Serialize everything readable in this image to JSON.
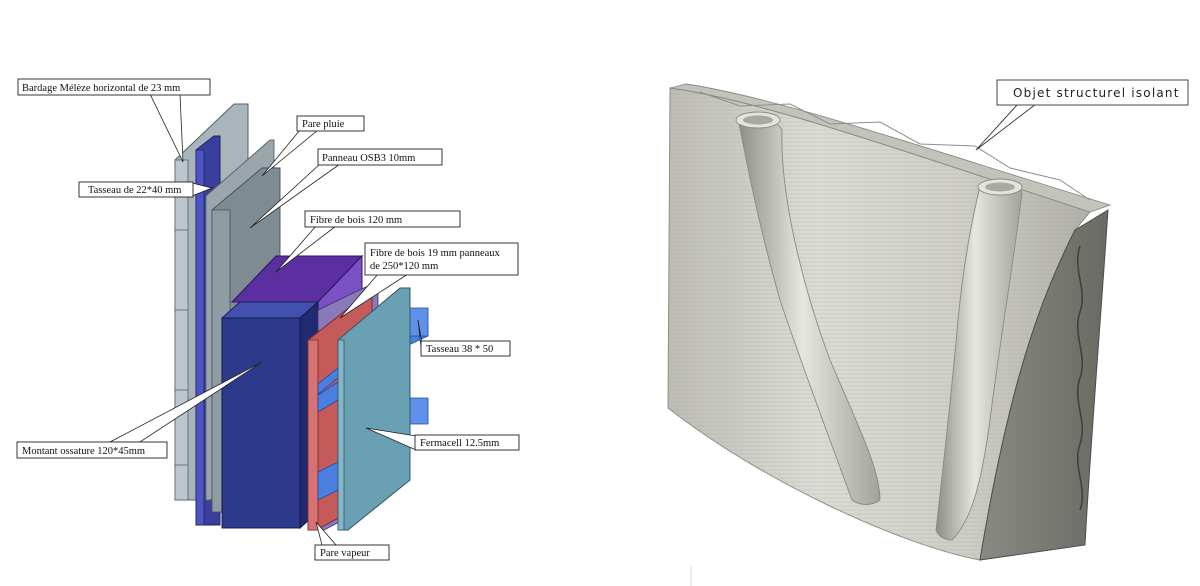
{
  "left_diagram": {
    "labels": {
      "bardage": "Bardage Mélèze horizontal de 23 mm",
      "pare_pluie": "Pare pluie",
      "panneau_osb": "Panneau OSB3 10mm",
      "tasseau_22": "Tasseau de 22*40 mm",
      "fibre_120": "Fibre de bois 120 mm",
      "fibre_19_line1": "Fibre de bois 19 mm panneaux",
      "fibre_19_line2": "de 250*120 mm",
      "tasseau_38": "Tasseau 38 * 50",
      "montant": "Montant ossature 120*45mm",
      "fermacell": "Fermacell 12.5mm",
      "pare_vapeur": "Pare vapeur"
    },
    "colors": {
      "bardage": "#a9b4bb",
      "tasseau": "#3a3f9e",
      "osb": "#7e8b93",
      "fibre_top": "#5b2fa0",
      "fibre_side": "#7a52c4",
      "montant": "#2d3a8c",
      "pare_vapeur": "#c45a5a",
      "fermacell": "#6aa0b4",
      "tasseau_38": "#4a7fe0"
    }
  },
  "right_render": {
    "label": "Objet structurel isolant",
    "colors": {
      "surface": "#d4d4ce",
      "shadow": "#9c9c96",
      "edge": "#5f5f5a"
    }
  }
}
